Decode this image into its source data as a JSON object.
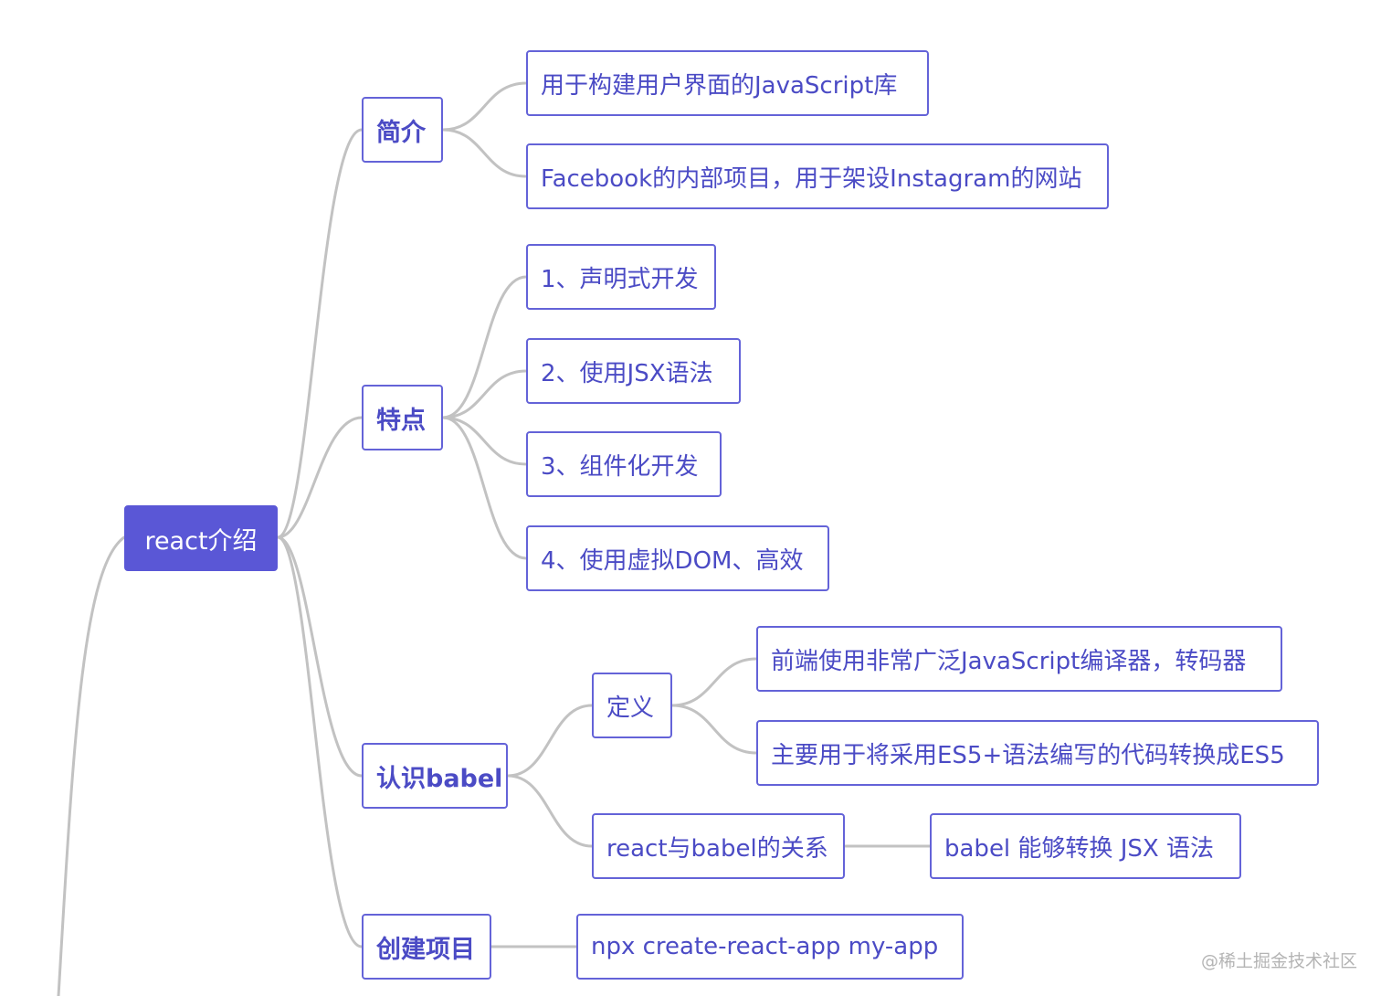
{
  "mindmap": {
    "root": {
      "label": "react介绍"
    },
    "branches": {
      "intro": {
        "label": "简介",
        "children": [
          "用于构建用户界面的JavaScript库",
          "Facebook的内部项目，用于架设Instagram的网站"
        ]
      },
      "features": {
        "label": "特点",
        "children": [
          "1、声明式开发",
          "2、使用JSX语法",
          "3、组件化开发",
          "4、使用虚拟DOM、高效"
        ]
      },
      "babel": {
        "label": "认识babel",
        "definition": {
          "label": "定义",
          "children": [
            "前端使用非常广泛JavaScript编译器，转码器",
            "主要用于将采用ES5+语法编写的代码转换成ES5"
          ]
        },
        "relation": {
          "label": "react与babel的关系",
          "child": "babel 能够转换 JSX 语法"
        }
      },
      "create": {
        "label": "创建项目",
        "child": "npx create-react-app my-app"
      }
    }
  },
  "watermark": "@稀土掘金技术社区",
  "colors": {
    "accent": "#5a57d6",
    "node_border": "#6463d8",
    "node_text": "#4b4bc5",
    "connector": "#c2c2c2",
    "watermark": "#b4b4b4"
  }
}
